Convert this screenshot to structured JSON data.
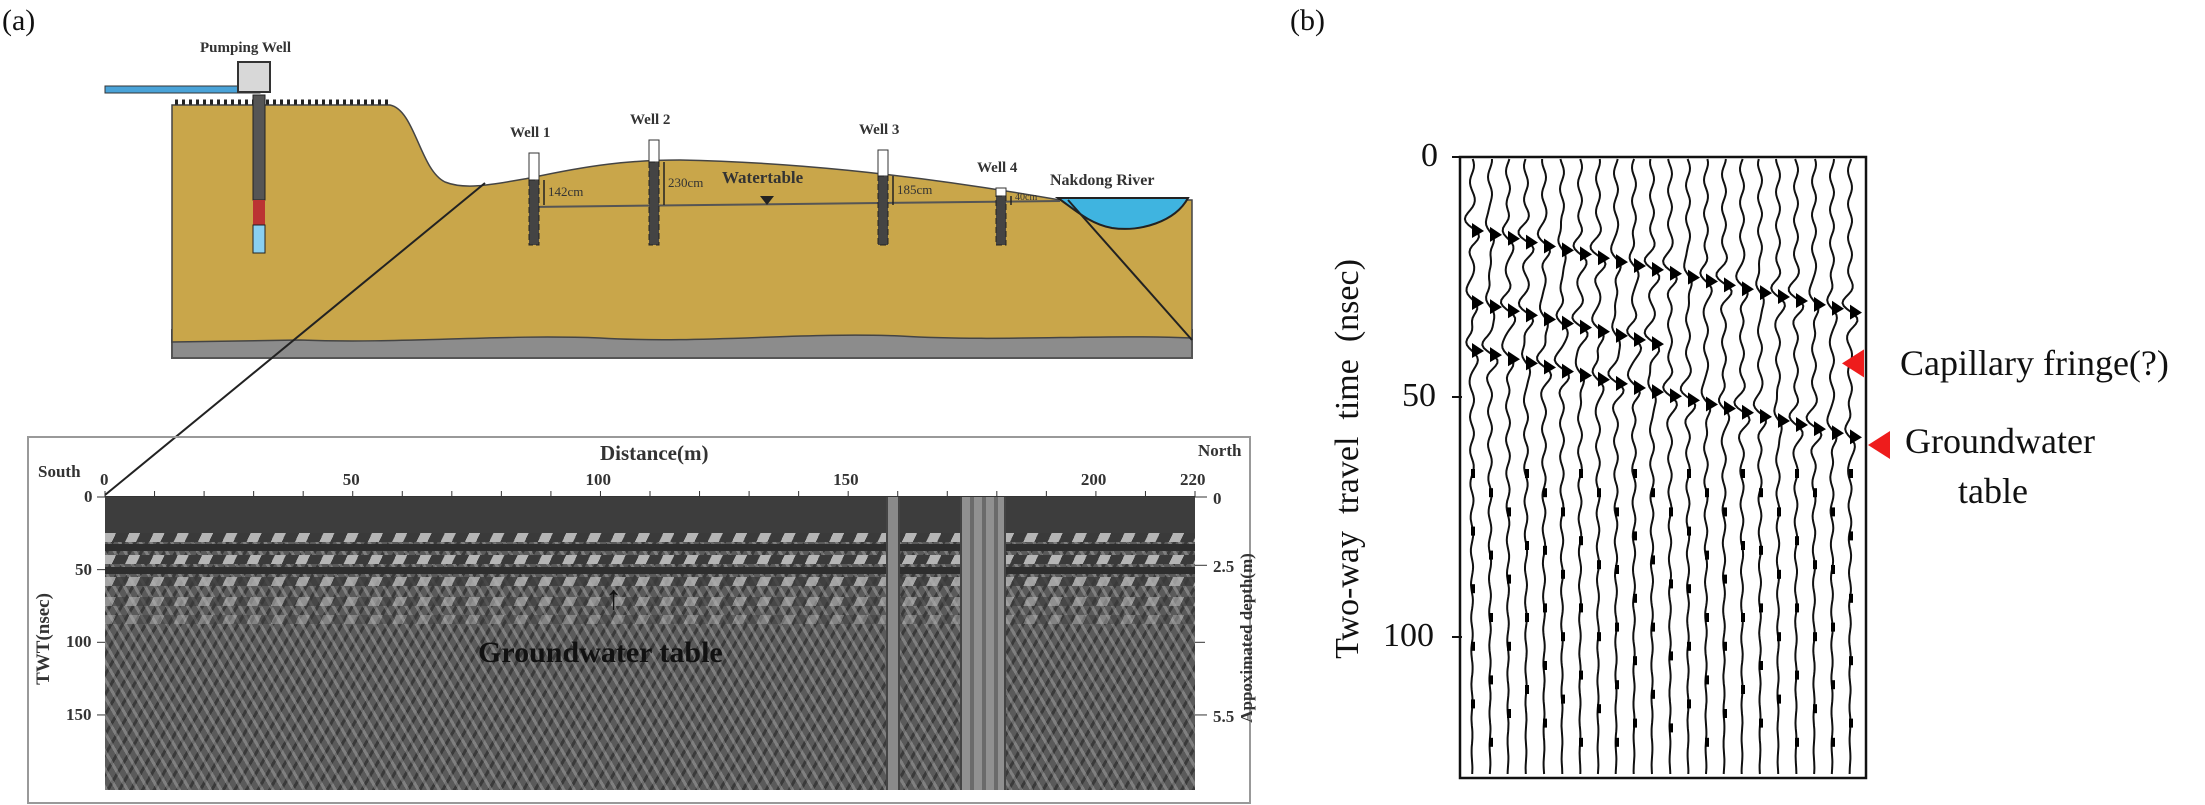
{
  "panel_a": {
    "label": "(a)",
    "cross_section": {
      "pumping_well_label": "Pumping Well",
      "wells": [
        {
          "label": "Well 1",
          "depth_to_water": "142cm"
        },
        {
          "label": "Well 2",
          "depth_to_water": "230cm"
        },
        {
          "label": "Well 3",
          "depth_to_water": "185cm"
        },
        {
          "label": "Well 4",
          "depth_to_water": "40cm"
        }
      ],
      "watertable_label": "Watertable",
      "river_label": "Nakdong River",
      "colors": {
        "soil": "#c9a64a",
        "water": "#3fb4e0",
        "bedrock": "#8c8c8c"
      }
    },
    "gpr_section": {
      "x_axis_title": "Distance(m)",
      "south_label": "South",
      "north_label": "North",
      "x_ticks": [
        "0",
        "50",
        "100",
        "150",
        "200",
        "220"
      ],
      "x_range": [
        0,
        220
      ],
      "y_axis_title": "TWT(nsec)",
      "y_ticks": [
        "0",
        "50",
        "100",
        "150"
      ],
      "y_range": [
        0,
        200
      ],
      "depth_axis_title": "Appoximated depth(m)",
      "depth_ticks": [
        "0",
        "2.5",
        "5.5"
      ],
      "annotation": "Groundwater table"
    }
  },
  "panel_b": {
    "label": "(b)",
    "y_axis_title": "Two-way  travel  time  (nsec)",
    "y_ticks": [
      "0",
      "50",
      "100"
    ],
    "y_range": [
      0,
      129
    ],
    "trace_count": 22,
    "reflections": [
      {
        "name": "upper",
        "start_ns": 15,
        "end_ns": 32
      },
      {
        "name": "middle",
        "start_ns": 30,
        "end_ns": 39
      },
      {
        "name": "groundwater",
        "start_ns": 40,
        "end_ns": 58
      }
    ],
    "annotations": [
      {
        "text": "Capillary fringe(?)",
        "ns": 43
      },
      {
        "text": "Groundwater",
        "text2": "table",
        "ns": 60
      }
    ],
    "marker_color": "#ee1c1c"
  }
}
